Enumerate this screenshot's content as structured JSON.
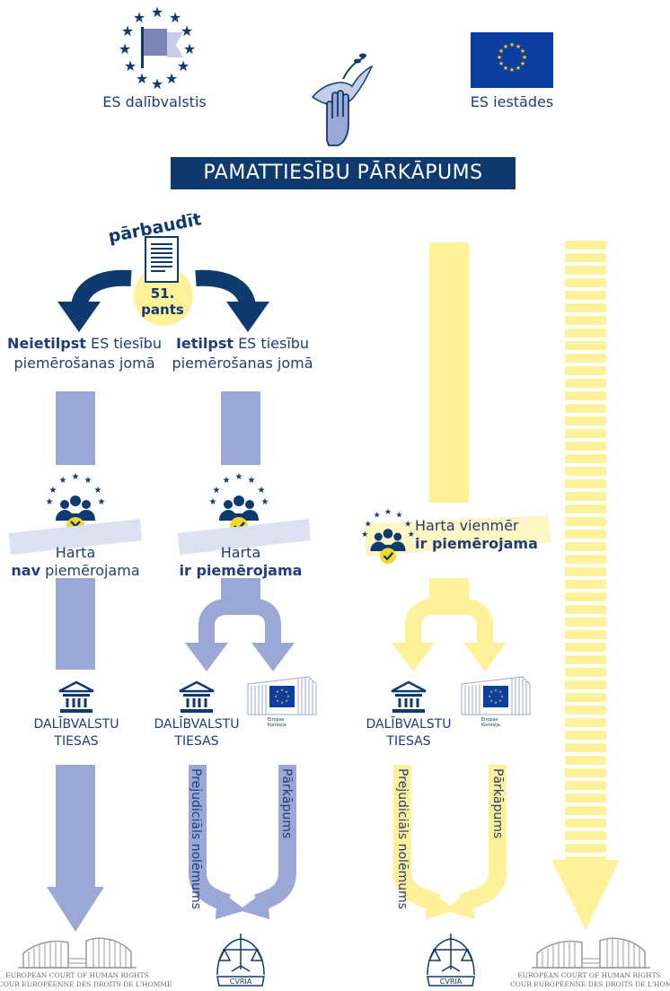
{
  "member_states": {
    "label": "ES dalībvalstis"
  },
  "eu_institutions": {
    "label": "ES iestādes"
  },
  "banner": {
    "title": "PAMATTIESĪBU PĀRKĀPUMS"
  },
  "check": {
    "verb": "pārbaudīt",
    "article_num": "51.",
    "article_word": "pants"
  },
  "scope": {
    "outside_bold": "Neietilpst",
    "outside_rest": " ES tiesību",
    "outside_line2": "piemērošanas jomā",
    "inside_bold": "Ietilpst",
    "inside_rest": " ES tiesību",
    "inside_line2": "piemērošanas jomā"
  },
  "charter": {
    "word": "Harta",
    "not_bold": "nav",
    "not_rest": " piemērojama",
    "applies": "ir piemērojama",
    "always": "Harta vienmēr",
    "always_bold": "ir piemērojama"
  },
  "courts": {
    "national_line1": "DALĪBVALSTU",
    "national_line2": "TIESAS",
    "commission_line1": "Eiropas",
    "commission_line2": "Komisija"
  },
  "paths": {
    "preliminary": "Prejudiciāls nolēmums",
    "infringement": "Pārkāpums"
  },
  "echr": {
    "line1": "EUROPEAN COURT OF HUMAN RIGHTS",
    "line2": "COUR EUROPÉENNE DES DROITS DE L'HOMME"
  },
  "cvria": {
    "label": "CVRIA"
  },
  "colors": {
    "navy": "#0e3a70",
    "lavender": "#9ba7d4",
    "lavender_light": "#dde2f2",
    "yellow": "#fff199",
    "pale_yellow": "#fff6c4",
    "flag_blue": "#0a3fa1",
    "flag_star": "#ffcc00",
    "check_yellow": "#f6d62a"
  }
}
